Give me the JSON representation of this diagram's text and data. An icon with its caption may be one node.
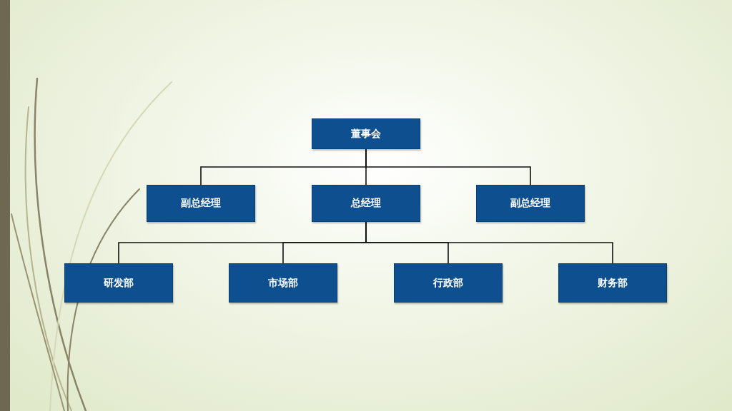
{
  "diagram": {
    "nodes": [
      {
        "text": [
          "董事会"
        ]
      },
      {
        "text": [
          "副总经理"
        ]
      },
      {
        "text": [
          "总经理"
        ]
      },
      {
        "text": [
          "副总经理"
        ]
      },
      {
        "text": [
          "研发部"
        ]
      },
      {
        "text": [
          "市场部"
        ]
      },
      {
        "text": [
          "行政部"
        ]
      },
      {
        "text": [
          "财务部"
        ]
      }
    ],
    "edges": [
      {
        "from": 0,
        "to": 1,
        "arrow": "none"
      },
      {
        "from": 0,
        "to": 2,
        "arrow": "none"
      },
      {
        "from": 0,
        "to": 3,
        "arrow": "none"
      },
      {
        "from": 2,
        "to": 4,
        "arrow": "none"
      },
      {
        "from": 2,
        "to": 5,
        "arrow": "none"
      },
      {
        "from": 2,
        "to": 6,
        "arrow": "none"
      },
      {
        "from": 2,
        "to": 7,
        "arrow": "none"
      }
    ]
  }
}
